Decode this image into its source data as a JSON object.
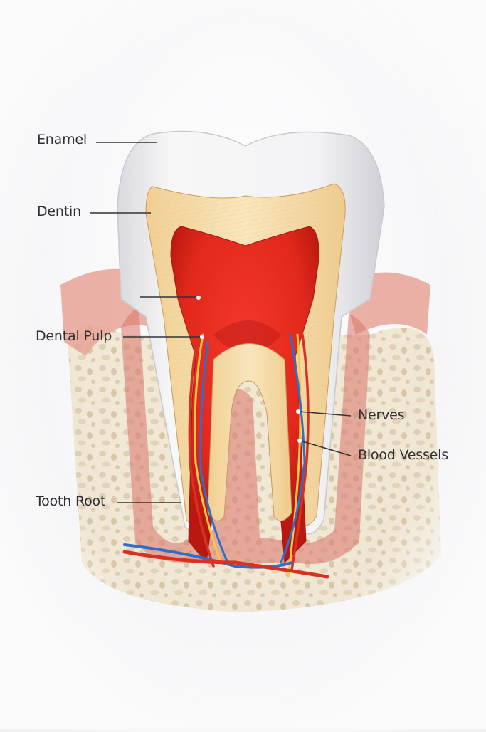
{
  "diagram": {
    "subject": "Tooth cross-section anatomy",
    "labels": [
      {
        "id": "enamel",
        "text": "Enamel"
      },
      {
        "id": "dentin",
        "text": "Dentin"
      },
      {
        "id": "dental_pulp",
        "text": "Dental Pulp"
      },
      {
        "id": "nerves",
        "text": "Nerves"
      },
      {
        "id": "blood_vessels",
        "text": "Blood Vessels"
      },
      {
        "id": "tooth_root",
        "text": "Tooth Root"
      }
    ],
    "colors": {
      "enamel": "#f1f1f3",
      "dentin": "#f6dfb0",
      "pulp": "#e8291c",
      "gum": "#e59a8e",
      "bone": "#efe4cf",
      "nerve": "#f2c84b",
      "vein": "#2f6fc8",
      "artery": "#d8311f",
      "leader_line": "#333333"
    }
  }
}
